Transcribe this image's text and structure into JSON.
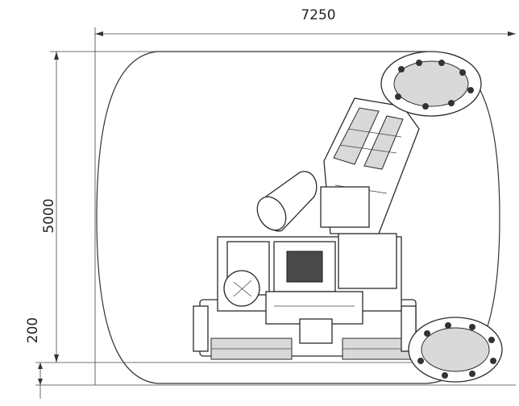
{
  "dimensions": {
    "width_label": "7250",
    "height_label": "5000",
    "ground_clearance_label": "200"
  },
  "colors": {
    "line": "#333333",
    "background": "#ffffff"
  }
}
